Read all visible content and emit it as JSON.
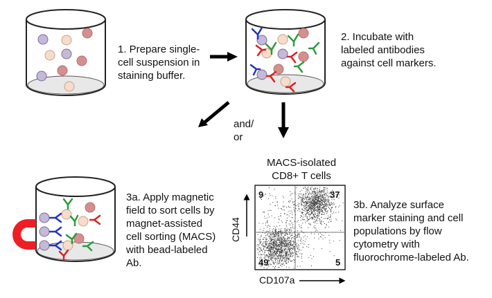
{
  "steps": {
    "step1": "1. Prepare single-\ncell suspension in\nstaining buffer.",
    "step2": "2. Incubate with\nlabeled antibodies\nagainst cell markers.",
    "connector": "and/\nor",
    "step3a": "3a. Apply magnetic\nfield to sort cells by\nmagnet-assisted\ncell sorting (MACS)\nwith bead-labeled\nAb.",
    "step3b": "3b. Analyze surface\nmarker staining and cell\npopulations by flow\ncytometry with\nfluorochrome-labeled Ab."
  },
  "plot": {
    "title": "MACS-isolated\nCD8+ T cells",
    "xlabel": "CD107a",
    "ylabel": "CD44",
    "quadrants": {
      "top_left": "9",
      "top_right": "37",
      "bottom_left": "49",
      "bottom_right": "5"
    }
  },
  "colors": {
    "cell_purple": "#c5b9d8",
    "cell_peach": "#f7dccb",
    "cell_pink": "#d68f8f",
    "ab_blue": "#2233bb",
    "ab_red": "#dd1f1f",
    "ab_green": "#2a9a3a",
    "magnet": "#ee1e24",
    "arrow": "#000000"
  }
}
